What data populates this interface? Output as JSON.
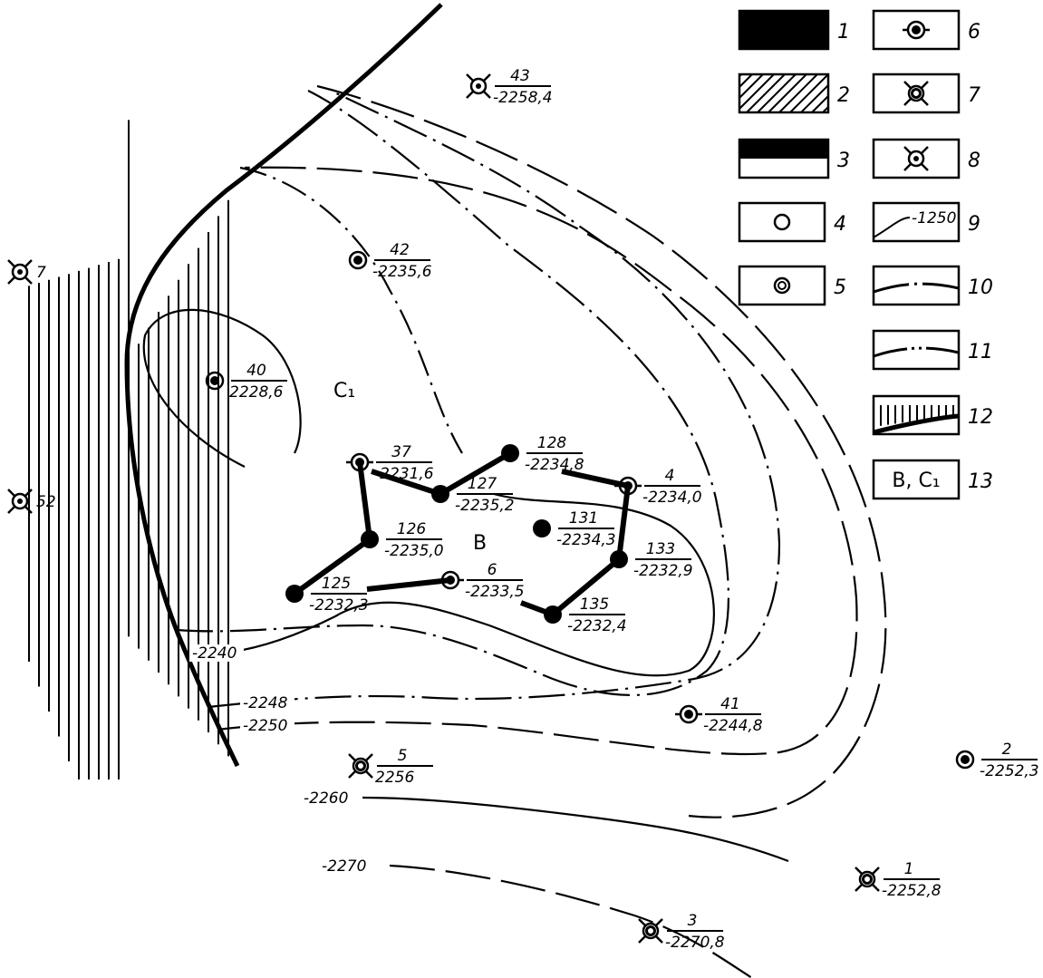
{
  "map": {
    "zones": [
      {
        "label": "C₁"
      },
      {
        "label": "B"
      }
    ],
    "contours": [
      {
        "label": "-2240"
      },
      {
        "label": "-2248"
      },
      {
        "label": "-2250"
      },
      {
        "label": "-2260"
      },
      {
        "label": "-2270"
      }
    ],
    "wells": [
      {
        "number": "43",
        "elevation": "-2258,4",
        "symbol": "8"
      },
      {
        "number": "42",
        "elevation": "-2235,6",
        "symbol": "5"
      },
      {
        "number": "40",
        "elevation": "2228,6",
        "symbol": "5"
      },
      {
        "number": "37",
        "elevation": "-2231,6",
        "symbol": "6"
      },
      {
        "number": "128",
        "elevation": "-2234,8",
        "symbol": "1"
      },
      {
        "number": "127",
        "elevation": "-2235,2",
        "symbol": "1"
      },
      {
        "number": "4",
        "elevation": "-2234,0",
        "symbol": "6"
      },
      {
        "number": "131",
        "elevation": "-2234,3",
        "symbol": "1"
      },
      {
        "number": "126",
        "elevation": "-2235,0",
        "symbol": "1"
      },
      {
        "number": "133",
        "elevation": "-2232,9",
        "symbol": "1"
      },
      {
        "number": "125",
        "elevation": "-2232,3",
        "symbol": "1"
      },
      {
        "number": "6",
        "elevation": "-2233,5",
        "symbol": "6"
      },
      {
        "number": "135",
        "elevation": "-2232,4",
        "symbol": "1"
      },
      {
        "number": "41",
        "elevation": "-2244,8",
        "symbol": "6"
      },
      {
        "number": "5",
        "elevation": "2256",
        "symbol": "7"
      },
      {
        "number": "2",
        "elevation": "-2252,3",
        "symbol": "5"
      },
      {
        "number": "1",
        "elevation": "-2252,8",
        "symbol": "7"
      },
      {
        "number": "3",
        "elevation": "-2270,8",
        "symbol": "7"
      },
      {
        "number": "7",
        "elevation": "",
        "symbol": "8"
      },
      {
        "number": "52",
        "elevation": "",
        "symbol": "8"
      }
    ]
  },
  "legend": [
    {
      "num": "1"
    },
    {
      "num": "2"
    },
    {
      "num": "3"
    },
    {
      "num": "4"
    },
    {
      "num": "5"
    },
    {
      "num": "6"
    },
    {
      "num": "7"
    },
    {
      "num": "8"
    },
    {
      "num": "9",
      "sample": "-1250"
    },
    {
      "num": "10"
    },
    {
      "num": "11"
    },
    {
      "num": "12"
    },
    {
      "num": "13",
      "sample": "B, C₁"
    }
  ]
}
